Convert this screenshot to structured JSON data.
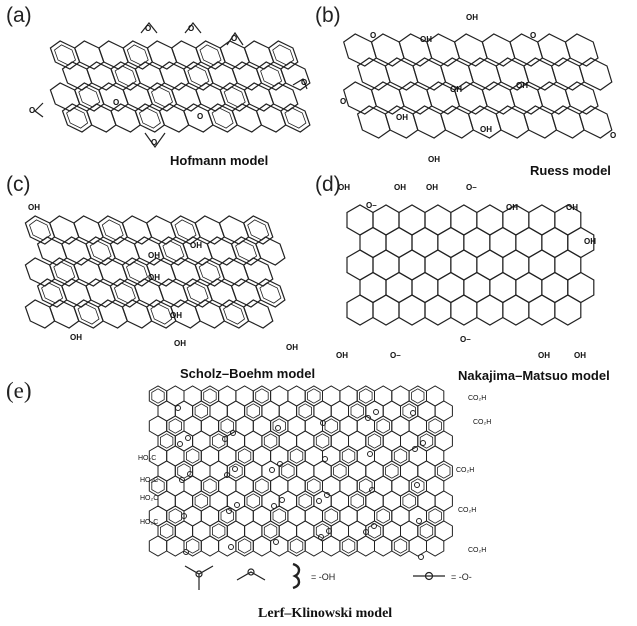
{
  "panels": [
    {
      "label": "(a)",
      "model": "Hofmann model"
    },
    {
      "label": "(b)",
      "model": "Ruess model"
    },
    {
      "label": "(c)",
      "model": "Scholz–Boehm model"
    },
    {
      "label": "(d)",
      "model": "Nakajima–Matsuo model"
    },
    {
      "label": "(e)",
      "model": "Lerf–Klinowski model"
    }
  ],
  "groups": {
    "oh": "OH",
    "o_minus": "O–",
    "co2h": "CO₂H",
    "ho2c": "HO₂C"
  },
  "legend": {
    "oh_meaning": "= -OH",
    "o_meaning": "= -O-"
  }
}
